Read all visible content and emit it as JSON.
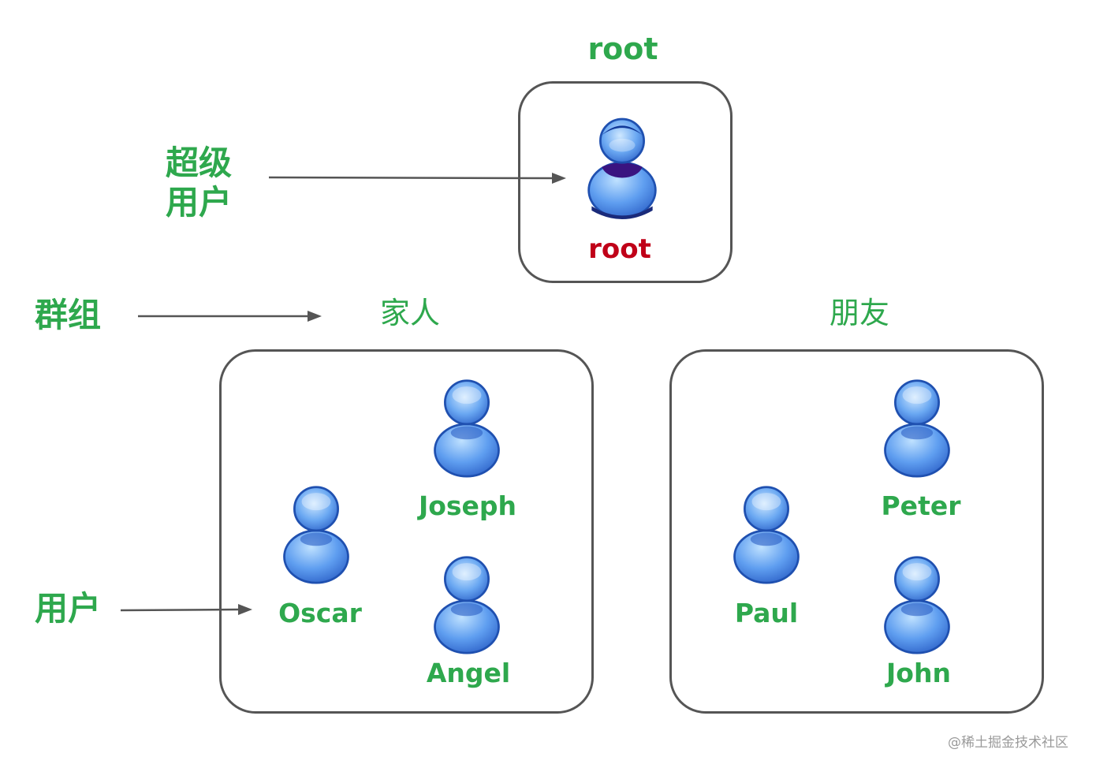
{
  "root_title": "root",
  "root_user": "root",
  "labels": {
    "superuser": "超级用户",
    "group": "群组",
    "user": "用户"
  },
  "groups": [
    {
      "name": "家人",
      "members": [
        "Joseph",
        "Oscar",
        "Angel"
      ]
    },
    {
      "name": "朋友",
      "members": [
        "Peter",
        "Paul",
        "John"
      ]
    }
  ],
  "watermark": "@稀土掘金技术社区",
  "colors": {
    "label_green": "#2ea84d",
    "root_red": "#c00018",
    "box_border": "#555555",
    "arrow": "#555555",
    "icon_blue": "#4f8fe0",
    "root_band": "#3a1480"
  },
  "icons": {
    "user": "user-icon",
    "root": "root-user-icon"
  }
}
